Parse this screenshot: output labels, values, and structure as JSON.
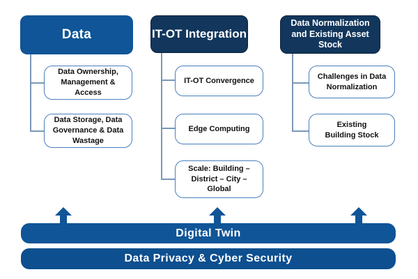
{
  "columns": [
    {
      "header": "Data",
      "items": [
        "Data Ownership, Management & Access",
        "Data Storage, Data Governance & Data Wastage"
      ]
    },
    {
      "header": "IT-OT Integration",
      "items": [
        "IT-OT Convergence",
        "Edge Computing",
        "Scale: Building – District – City – Global"
      ]
    },
    {
      "header": "Data Normalization and Existing Asset Stock",
      "items": [
        "Challenges in Data Normalization",
        "Existing Building Stock"
      ]
    }
  ],
  "bars": {
    "digital_twin": "Digital Twin",
    "privacy_security": "Data Privacy & Cyber Security"
  },
  "colors": {
    "primary": "#0f5597",
    "dark": "#12365c",
    "border": "#4a7fbd"
  }
}
